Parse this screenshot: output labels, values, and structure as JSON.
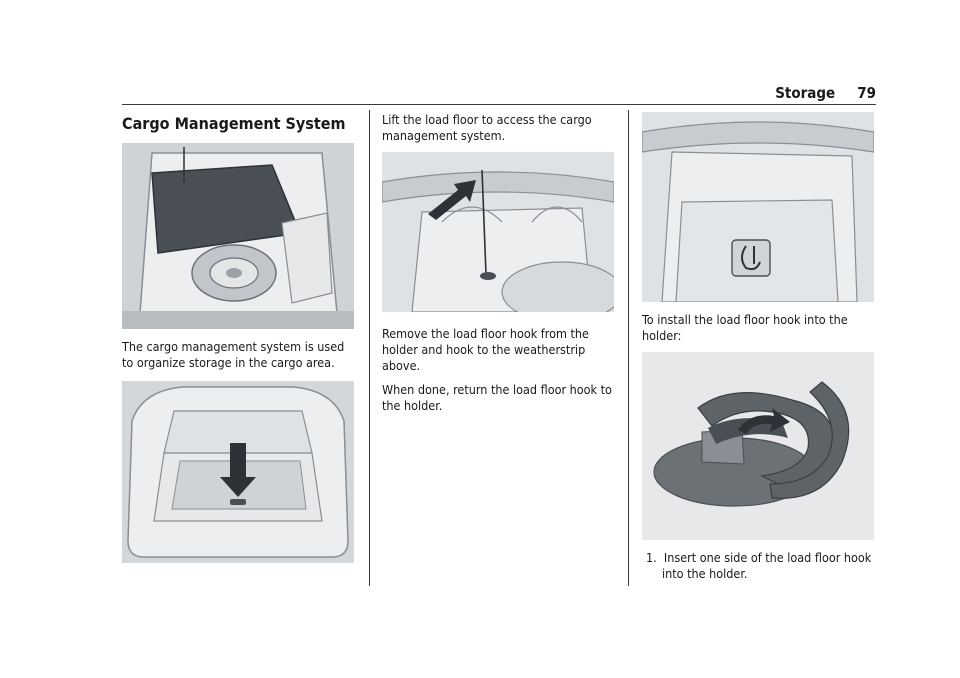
{
  "header": {
    "section": "Storage",
    "page_number": "79"
  },
  "col1": {
    "title": "Cargo Management System",
    "p1": "The cargo management system is used to organize storage in the cargo area."
  },
  "col2": {
    "p1": "Lift the load floor to access the cargo management system.",
    "p2": "Remove the load floor hook from the holder and hook to the weatherstrip above.",
    "p3": "When done, return the load floor hook to the holder."
  },
  "col3": {
    "p1": "To install the load floor hook into the holder:",
    "steps": [
      {
        "num": "1.",
        "text": "Insert one side of the load floor hook into the holder."
      }
    ]
  }
}
